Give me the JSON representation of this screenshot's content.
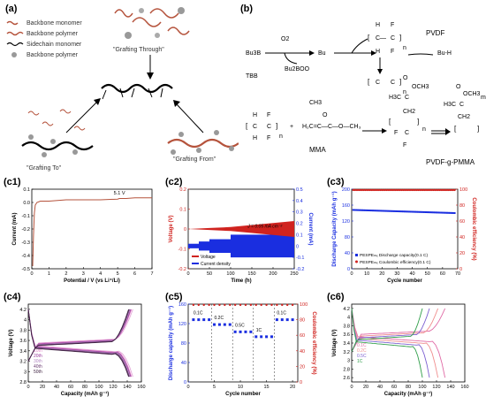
{
  "panels": {
    "a": {
      "label": "(a)",
      "legend": [
        "Backbone monomer",
        "Backbone polymer",
        "Sidechain monomer",
        "Backbone polymer"
      ],
      "captions": [
        "\"Grafting Through\"",
        "\"Grafting To\"",
        "\"Grafting From\""
      ]
    },
    "b": {
      "label": "(b)",
      "reagents": [
        "Bu3B",
        "O2",
        "Bu",
        "Bu2BOO",
        "TBB",
        "PVDF",
        "Bu-H",
        "MMA",
        "PVDF-g-PMMA"
      ],
      "atoms": {
        "H": "H",
        "F": "F",
        "C": "C",
        "n": "n",
        "m": "m",
        "CH3": "CH3",
        "CH2": "CH2",
        "OCH3": "OCH3",
        "O": "O",
        "H3C": "H3C"
      }
    },
    "c1": {
      "label": "(c1)",
      "annotation": "5.1 V"
    },
    "c2": {
      "label": "(c2)",
      "annotation": "J = 0.05 mA cm⁻²"
    },
    "c3": {
      "label": "(c3)"
    },
    "c4": {
      "label": "(c4)"
    },
    "c5": {
      "label": "(c5)"
    },
    "c6": {
      "label": "(c6)"
    }
  },
  "chart_data": [
    {
      "id": "c1",
      "type": "line",
      "xlabel": "Potential / V (vs Li⁺/Li)",
      "ylabel": "Current (mA)",
      "xlim": [
        0,
        7
      ],
      "ylim": [
        -0.5,
        0.1
      ],
      "xticks": [
        0,
        1,
        2,
        3,
        4,
        5,
        6,
        7
      ],
      "yticks": [
        -0.5,
        -0.4,
        -0.3,
        -0.2,
        -0.1,
        0.0,
        0.1
      ],
      "yticklabels": [
        "-0.5",
        "-0.4",
        "-0.3",
        "-0.2",
        "-0.1",
        "0.0",
        "0.1"
      ],
      "x": [
        0.05,
        0.1,
        0.15,
        0.2,
        0.3,
        0.5,
        1.0,
        2.0,
        3.0,
        4.0,
        5.0,
        5.1,
        5.5,
        6.0,
        6.5,
        7.0
      ],
      "y": [
        -0.48,
        -0.25,
        -0.08,
        -0.02,
        0.0,
        0.01,
        0.01,
        0.02,
        0.02,
        0.02,
        0.025,
        0.03,
        0.03,
        0.035,
        0.035,
        0.035
      ],
      "color": "#b5533c"
    },
    {
      "id": "c2",
      "type": "line",
      "xlabel": "Time (h)",
      "ylabel": "Voltage (V)",
      "ylabel2": "Current (mA)",
      "xlim": [
        0,
        250
      ],
      "ylim": [
        -0.2,
        0.2
      ],
      "ylim2": [
        -0.2,
        0.5
      ],
      "xticks": [
        0,
        50,
        100,
        150,
        200,
        250
      ],
      "yticks": [
        -0.2,
        -0.1,
        0.0,
        0.1,
        0.2
      ],
      "yticks2": [
        -0.2,
        -0.1,
        0.0,
        0.1,
        0.2,
        0.3,
        0.4,
        0.5
      ],
      "series": [
        {
          "name": "Voltage",
          "color": "#d0231f"
        },
        {
          "name": "Current density",
          "color": "#1a2ee0"
        }
      ],
      "voltage_envelope": {
        "x": [
          0,
          50,
          100,
          150,
          200,
          250
        ],
        "upper": [
          0.0,
          0.005,
          0.01,
          0.02,
          0.03,
          0.04
        ],
        "lower": [
          0.0,
          -0.005,
          -0.01,
          -0.02,
          -0.03,
          -0.04
        ]
      },
      "current_steps": [
        {
          "x0": 0,
          "x1": 25,
          "lo": -0.02,
          "hi": 0.02
        },
        {
          "x0": 25,
          "x1": 50,
          "lo": -0.04,
          "hi": 0.04
        },
        {
          "x0": 50,
          "x1": 100,
          "lo": -0.06,
          "hi": 0.06
        },
        {
          "x0": 100,
          "x1": 250,
          "lo": -0.1,
          "hi": 0.1
        }
      ]
    },
    {
      "id": "c3",
      "type": "scatter",
      "xlabel": "Cycle number",
      "ylabel": "Discharge Capacity (mAh g⁻¹)",
      "ylabel2": "Coulombic efficiency (%)",
      "xlim": [
        0,
        70
      ],
      "ylim": [
        0,
        200
      ],
      "ylim2": [
        0,
        100
      ],
      "xticks": [
        0,
        10,
        20,
        30,
        40,
        50,
        60,
        70
      ],
      "yticks": [
        0,
        40,
        80,
        120,
        160,
        200
      ],
      "yticks2": [
        0,
        20,
        40,
        60,
        80,
        100
      ],
      "series": [
        {
          "name": "PESPEₘₓ Discharge capacity(0.1 C)",
          "color": "#1a2ee0",
          "values_start": 148,
          "values_end": 140
        },
        {
          "name": "PESPEₘₓ Coulombic efficiency(0.1 C)",
          "color": "#d0231f",
          "values": 99
        }
      ],
      "n_cycles": 68
    },
    {
      "id": "c4",
      "type": "line",
      "xlabel": "Capacity (mAh g⁻¹)",
      "ylabel": "Voltage (V)",
      "xlim": [
        0,
        160
      ],
      "ylim": [
        2.8,
        4.3
      ],
      "xticks": [
        0,
        20,
        40,
        60,
        80,
        100,
        120,
        140,
        160
      ],
      "yticks": [
        2.8,
        3.0,
        3.2,
        3.4,
        3.6,
        3.8,
        4.0,
        4.2
      ],
      "series": [
        {
          "name": "1st",
          "color": "#e3a6d8",
          "cap": 148
        },
        {
          "name": "10th",
          "color": "#e085c8",
          "cap": 146
        },
        {
          "name": "20th",
          "color": "#9b3b9e",
          "cap": 145
        },
        {
          "name": "30th",
          "color": "#b48ac4",
          "cap": 144
        },
        {
          "name": "40th",
          "color": "#6b3c72",
          "cap": 143
        },
        {
          "name": "50th",
          "color": "#3c1f3f",
          "cap": 142
        }
      ]
    },
    {
      "id": "c5",
      "type": "scatter",
      "xlabel": "Cycle number",
      "ylabel": "Discharge capacity (mAh g⁻¹)",
      "ylabel2": "Coulombic efficiency (%)",
      "xlim": [
        0,
        21
      ],
      "ylim": [
        0,
        160
      ],
      "ylim2": [
        0,
        100
      ],
      "xticks": [
        0,
        5,
        10,
        15,
        20
      ],
      "yticks": [
        0,
        40,
        80,
        120,
        160
      ],
      "yticks2": [
        0,
        20,
        40,
        60,
        80,
        100
      ],
      "rates": [
        "0.1C",
        "0.2C",
        "0.5C",
        "1C",
        "0.1C"
      ],
      "segments": [
        {
          "x": [
            1,
            2,
            3,
            4
          ],
          "y": 128
        },
        {
          "x": [
            5,
            6,
            7,
            8
          ],
          "y": 118
        },
        {
          "x": [
            9,
            10,
            11,
            12
          ],
          "y": 103
        },
        {
          "x": [
            13,
            14,
            15,
            16
          ],
          "y": 93
        },
        {
          "x": [
            17,
            18,
            19,
            20
          ],
          "y": 128
        }
      ],
      "ce": 99,
      "colors": {
        "capacity": "#1a2ee0",
        "ce": "#d0231f"
      }
    },
    {
      "id": "c6",
      "type": "line",
      "xlabel": "Capacity (mAh g⁻¹)",
      "ylabel": "Voltage (V)",
      "xlim": [
        0,
        160
      ],
      "ylim": [
        2.5,
        4.3
      ],
      "xticks": [
        0,
        20,
        40,
        60,
        80,
        100,
        120,
        140,
        160
      ],
      "yticks": [
        2.6,
        2.8,
        3.0,
        3.2,
        3.4,
        3.6,
        3.8,
        4.0,
        4.2
      ],
      "series": [
        {
          "name": "0.1C",
          "color": "#e06aa5",
          "cap": 132
        },
        {
          "name": "0.2C",
          "color": "#f08f8f",
          "cap": 122
        },
        {
          "name": "0.5C",
          "color": "#7b5fd1",
          "cap": 110
        },
        {
          "name": "1C",
          "color": "#2f9e4a",
          "cap": 100
        }
      ]
    }
  ]
}
